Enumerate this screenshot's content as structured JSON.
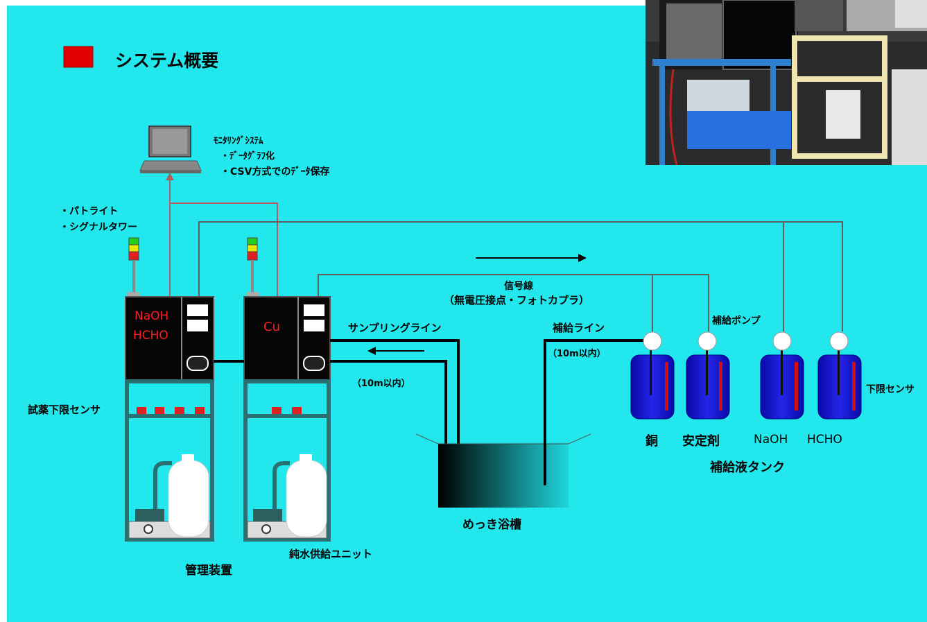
{
  "title": "システム概要",
  "monitoring": {
    "heading": "ﾓﾆﾀﾘﾝｸﾞｼｽﾃﾑ",
    "line1": "・ﾃﾞｰﾀｸﾞﾗﾌ化",
    "line2": "・CSV方式でのﾃﾞｰﾀ保存"
  },
  "signal": {
    "line1": "・パトライト",
    "line2": "・シグナルタワー"
  },
  "controller": {
    "label1": "NaOH",
    "label2": "HCHO",
    "caption": "管理装置"
  },
  "water_unit": {
    "label": "Cu",
    "caption": "純水供給ユニット"
  },
  "reagent_sensor": "試薬下限センサ",
  "signal_line": {
    "line1": "信号線",
    "line2": "（無電圧接点・フォトカプラ）"
  },
  "sampling_line": "サンプリングライン",
  "sampling_distance": "（10m以内）",
  "supply_line": "補給ライン",
  "supply_distance": "（10m以内）",
  "supply_pump": "補給ポンプ",
  "lower_sensor": "下限センサ",
  "bath": "めっき浴槽",
  "tanks": [
    "銅",
    "安定剤",
    "NaOH",
    "HCHO"
  ],
  "tank_caption": "補給液タンク",
  "colors": {
    "background": "#22e8ee",
    "unit": "#000000",
    "tank": "#1010d0",
    "sensor": "#cc1010",
    "title_marker": "#e00000"
  }
}
